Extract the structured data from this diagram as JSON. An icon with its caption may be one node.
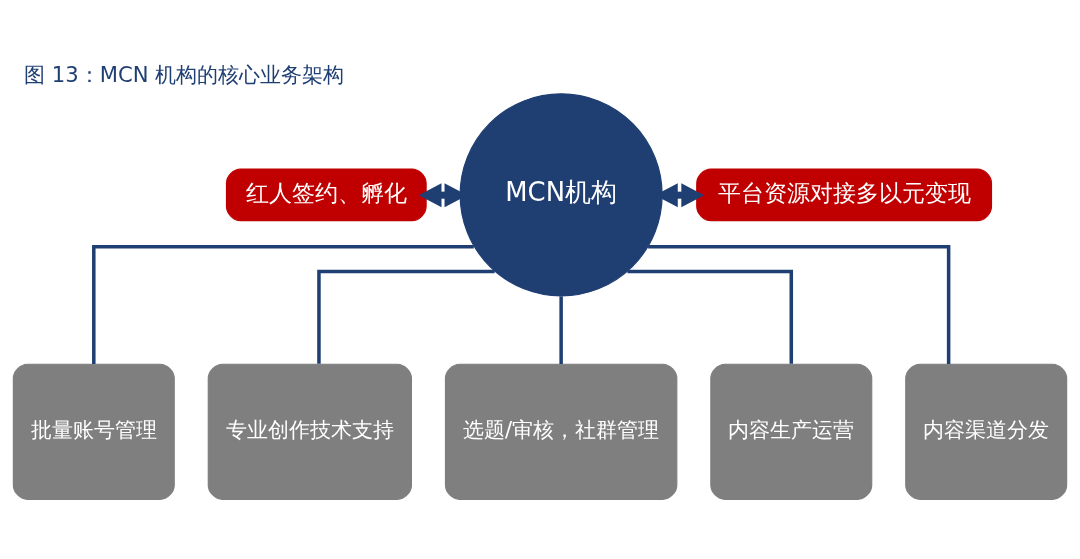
{
  "diagram": {
    "title": "图 13：MCN 机构的核心业务架构",
    "nodes": [
      {
        "text": [
          "红人签约、孵化"
        ]
      },
      {
        "text": [
          "MCN机构"
        ]
      },
      {
        "text": [
          "平台资源对接多以元变现"
        ]
      },
      {
        "text": [
          "批量账号管理"
        ]
      },
      {
        "text": [
          "专业创作技术支持"
        ]
      },
      {
        "text": [
          "选题/审核，社群管理"
        ]
      },
      {
        "text": [
          "内容生产运营"
        ]
      },
      {
        "text": [
          "内容渠道分发"
        ]
      }
    ],
    "edges": [
      {
        "from": 0,
        "to": 1,
        "arrow": "both",
        "style": "thick"
      },
      {
        "from": 1,
        "to": 2,
        "arrow": "both",
        "style": "thick"
      },
      {
        "from": 1,
        "to": 3,
        "arrow": "none"
      },
      {
        "from": 1,
        "to": 4,
        "arrow": "none"
      },
      {
        "from": 1,
        "to": 5,
        "arrow": "none"
      },
      {
        "from": 1,
        "to": 6,
        "arrow": "none"
      },
      {
        "from": 1,
        "to": 7,
        "arrow": "none"
      }
    ]
  }
}
